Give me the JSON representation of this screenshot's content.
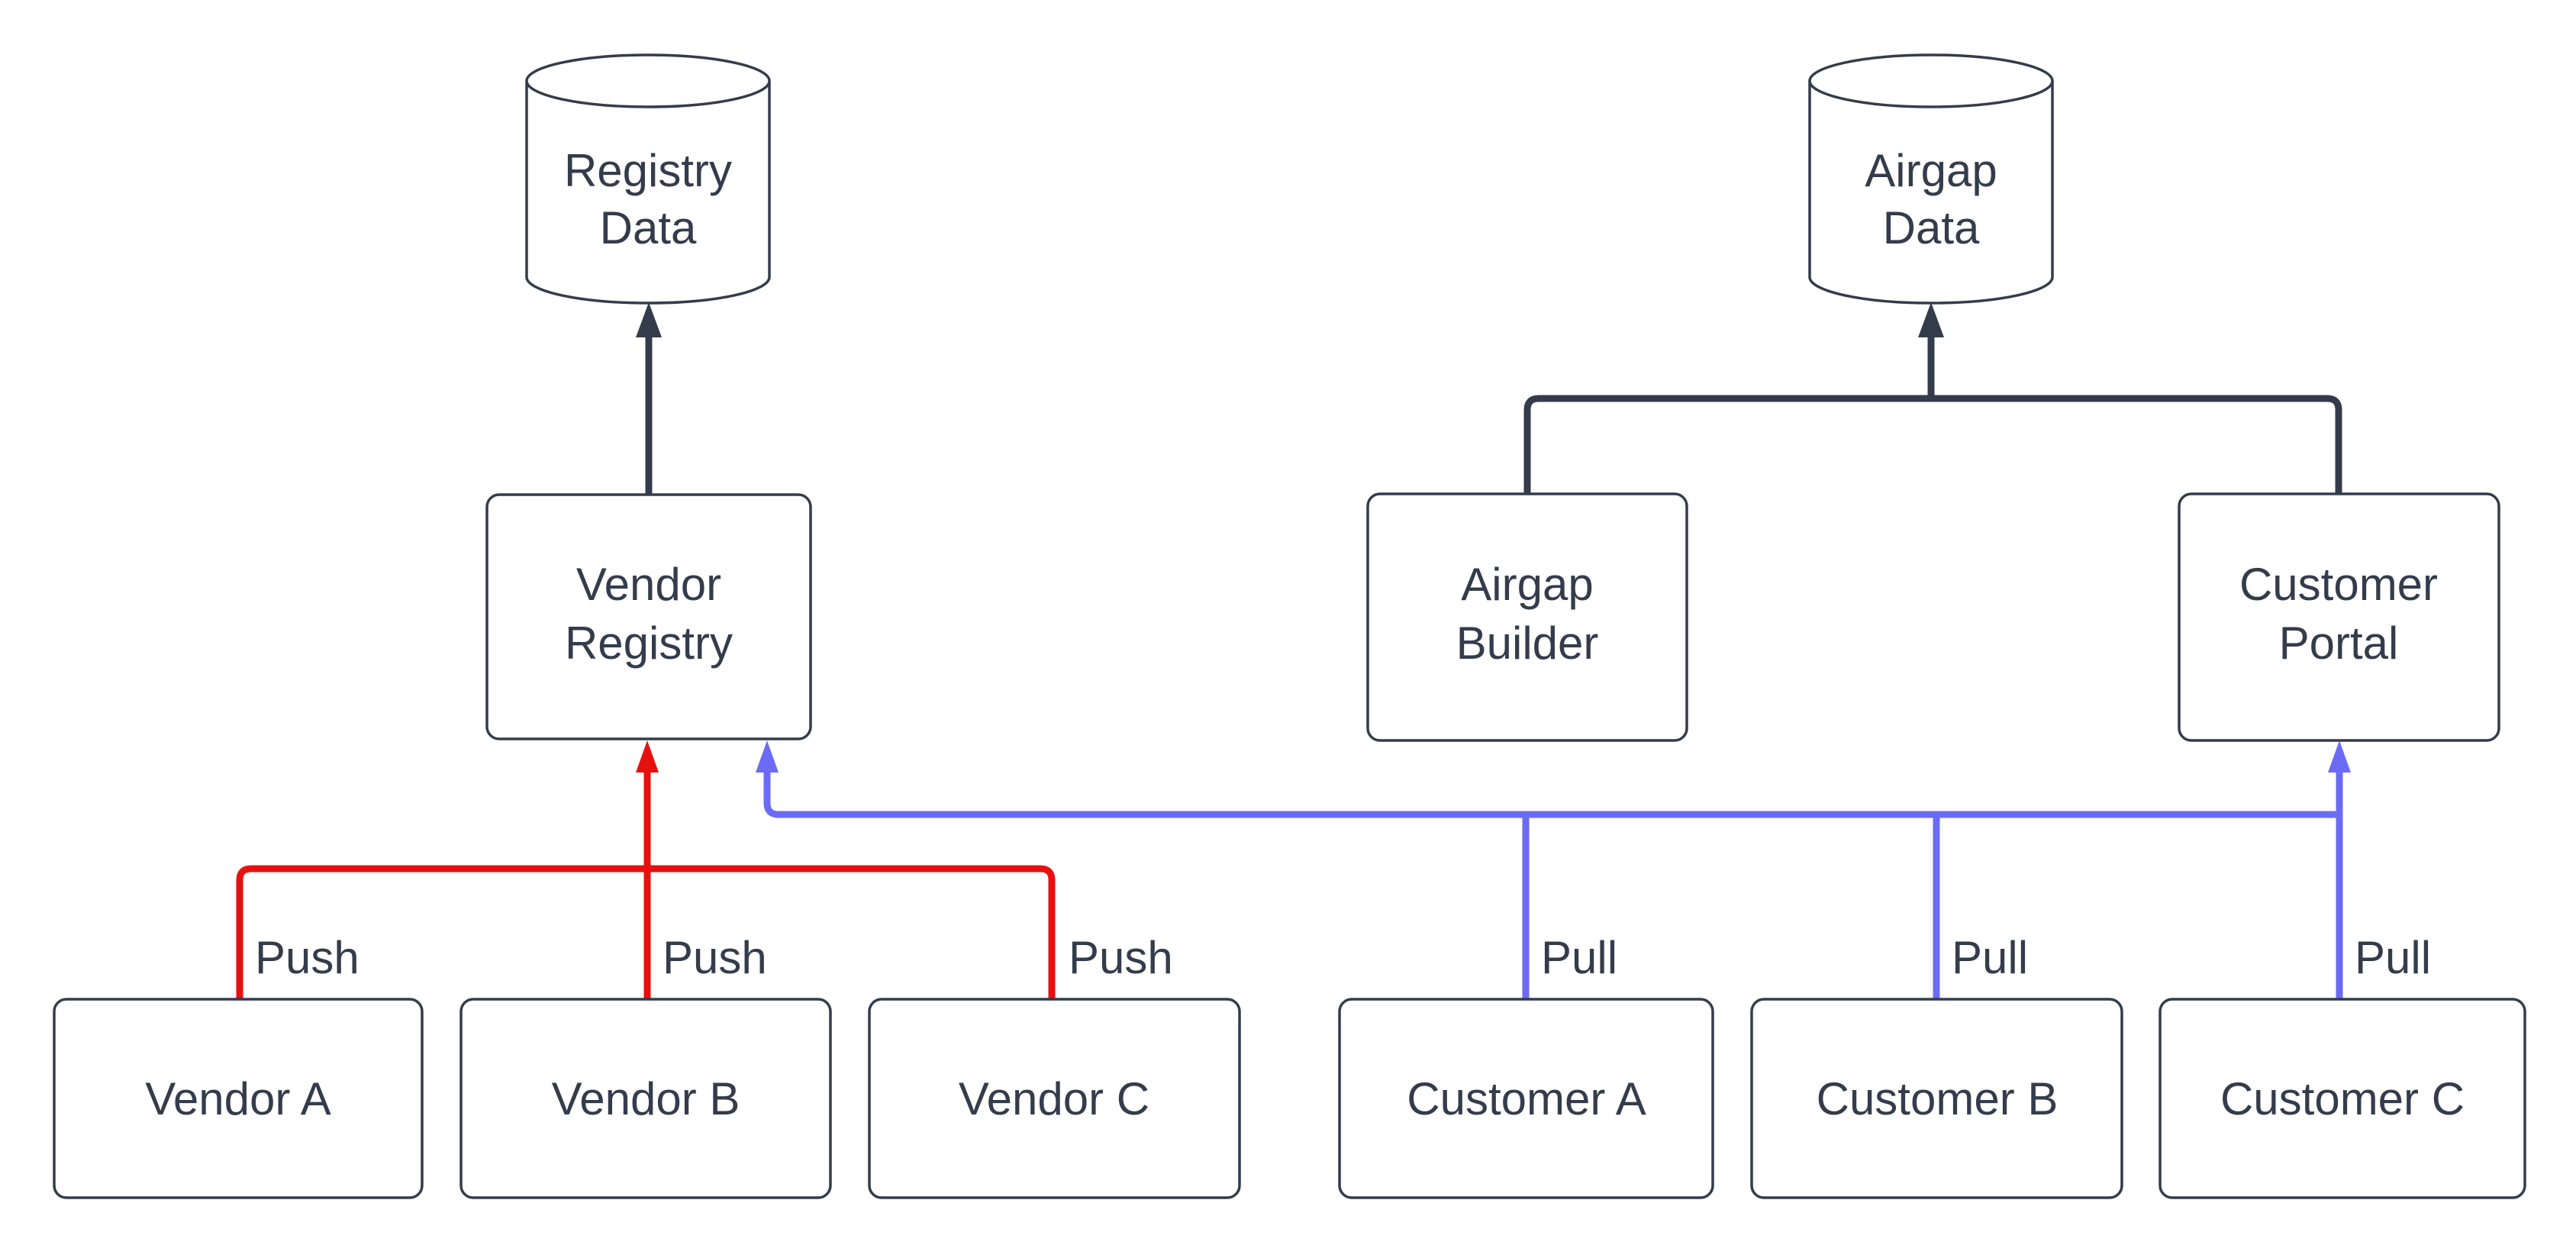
{
  "diagram": {
    "colors": {
      "node_stroke": "#343c4c",
      "text": "#343c4c",
      "flow_link": "#343c4c",
      "push_link": "#e8100f",
      "pull_link": "#6b6bf5",
      "background": "#ffffff"
    },
    "nodes": {
      "registry_data": {
        "shape": "cylinder",
        "line1": "Registry",
        "line2": "Data"
      },
      "airgap_data": {
        "shape": "cylinder",
        "line1": "Airgap",
        "line2": "Data"
      },
      "vendor_registry": {
        "shape": "rect",
        "line1": "Vendor",
        "line2": "Registry"
      },
      "airgap_builder": {
        "shape": "rect",
        "line1": "Airgap",
        "line2": "Builder"
      },
      "customer_portal": {
        "shape": "rect",
        "line1": "Customer",
        "line2": "Portal"
      },
      "vendor_a": {
        "shape": "rect",
        "label": "Vendor A"
      },
      "vendor_b": {
        "shape": "rect",
        "label": "Vendor B"
      },
      "vendor_c": {
        "shape": "rect",
        "label": "Vendor C"
      },
      "customer_a": {
        "shape": "rect",
        "label": "Customer A"
      },
      "customer_b": {
        "shape": "rect",
        "label": "Customer B"
      },
      "customer_c": {
        "shape": "rect",
        "label": "Customer C"
      }
    },
    "edges": {
      "vendor_a_to_registry": {
        "label": "Push"
      },
      "vendor_b_to_registry": {
        "label": "Push"
      },
      "vendor_c_to_registry": {
        "label": "Push"
      },
      "customer_a_pull": {
        "label": "Pull"
      },
      "customer_b_pull": {
        "label": "Pull"
      },
      "customer_c_pull": {
        "label": "Pull"
      }
    }
  }
}
